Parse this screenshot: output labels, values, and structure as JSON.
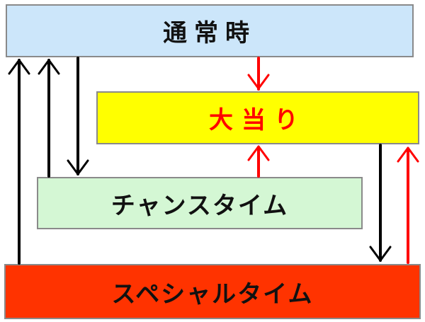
{
  "states": {
    "normal": {
      "label": "通常時",
      "bg": "#cce6fa",
      "text_color": "#111111"
    },
    "jackpot": {
      "label": "大当り",
      "bg": "#ffff00",
      "text_color": "#ff0000"
    },
    "chance": {
      "label": "チャンスタイム",
      "bg": "#d4f7d4",
      "text_color": "#111111"
    },
    "special": {
      "label": "スペシャルタイム",
      "bg": "#ff3300",
      "text_color": "#111111"
    }
  },
  "colors": {
    "black_arrow": "#000000",
    "red_arrow": "#ff0000"
  },
  "transitions": [
    {
      "from": "normal",
      "to": "jackpot",
      "color": "red"
    },
    {
      "from": "chance",
      "to": "jackpot",
      "color": "red"
    },
    {
      "from": "special",
      "to": "jackpot",
      "color": "red"
    },
    {
      "from": "jackpot",
      "to": "special",
      "color": "black"
    },
    {
      "from": "normal",
      "to": "chance",
      "color": "black"
    },
    {
      "from": "chance",
      "to": "normal",
      "color": "black"
    },
    {
      "from": "special",
      "to": "normal",
      "color": "black"
    }
  ]
}
